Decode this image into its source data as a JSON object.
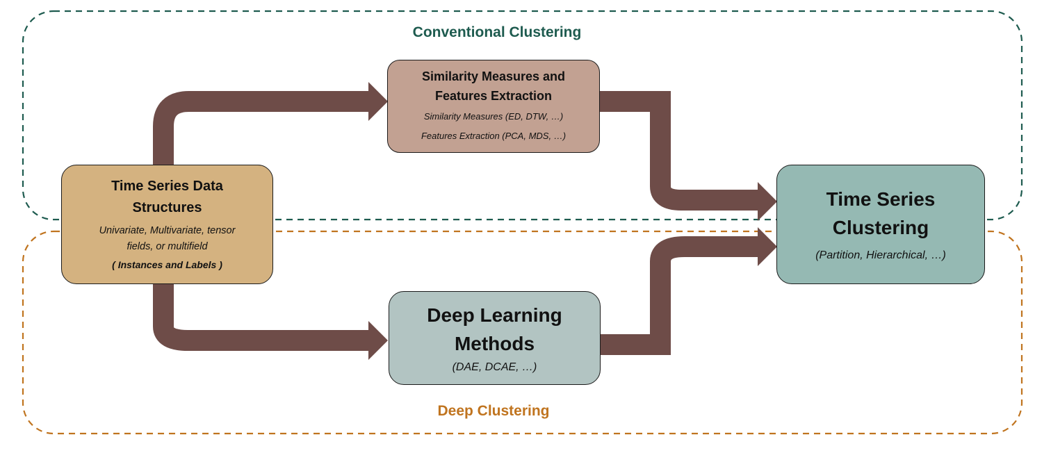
{
  "regions": {
    "conventional": {
      "label": "Conventional Clustering",
      "color": "#1e5b4f"
    },
    "deep": {
      "label": "Deep Clustering",
      "color": "#c0741f"
    }
  },
  "nodes": {
    "data_structures": {
      "title_line1": "Time Series Data",
      "title_line2": "Structures",
      "desc_line1": "Univariate, Multivariate, tensor",
      "desc_line2": "fields, or multifield",
      "note": "( Instances and Labels )",
      "color": "#d4b280"
    },
    "similarity": {
      "title_line1": "Similarity Measures and",
      "title_line2": "Features Extraction",
      "desc_line1": "Similarity Measures (ED, DTW, …)",
      "desc_line2": "Features Extraction (PCA, MDS, …)",
      "color": "#c2a192"
    },
    "deep_learning": {
      "title_line1": "Deep Learning",
      "title_line2": "Methods",
      "desc": "(DAE, DCAE, …)",
      "color": "#b2c4c2"
    },
    "clustering": {
      "title_line1": "Time Series",
      "title_line2": "Clustering",
      "desc": "(Partition, Hierarchical, …)",
      "color": "#95b9b3"
    }
  },
  "arrow_color": "#6e4c48"
}
